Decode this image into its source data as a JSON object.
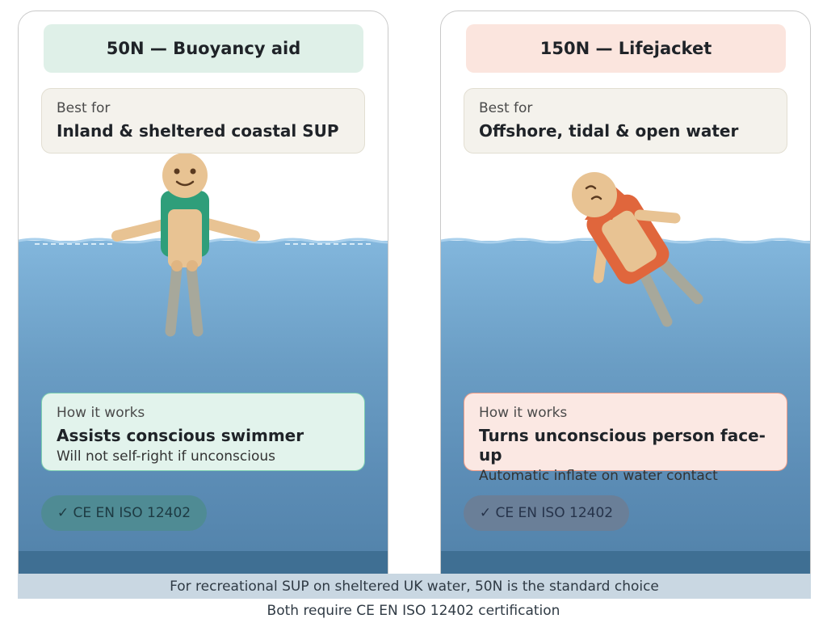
{
  "cards": [
    {
      "title": "50N — Buoyancy aid",
      "best_for_label": "Best for",
      "best_for_value": "Inland & sheltered coastal SUP",
      "how_label": "How it works",
      "how_value": "Assists conscious swimmer",
      "how_note": "Will not self-right if unconscious",
      "cert": "✓ CE EN ISO 12402"
    },
    {
      "title": "150N — Lifejacket",
      "best_for_label": "Best for",
      "best_for_value": "Offshore, tidal & open water",
      "how_label": "How it works",
      "how_value": "Turns unconscious person face-up",
      "how_note": "Automatic inflate on water contact",
      "cert": "✓ CE EN ISO 12402"
    }
  ],
  "footer": {
    "line1": "For recreational SUP on sheltered UK water, 50N is the standard choice",
    "line2": "Both require CE EN ISO 12402 certification"
  },
  "colors": {
    "buoyancy_vest": "#2f9e7a",
    "lifejacket": "#e0663c",
    "skin": "#e8c393",
    "legs": "#a7a89b",
    "water_top": "#82b6dc",
    "water_deep": "#3f6f93"
  }
}
